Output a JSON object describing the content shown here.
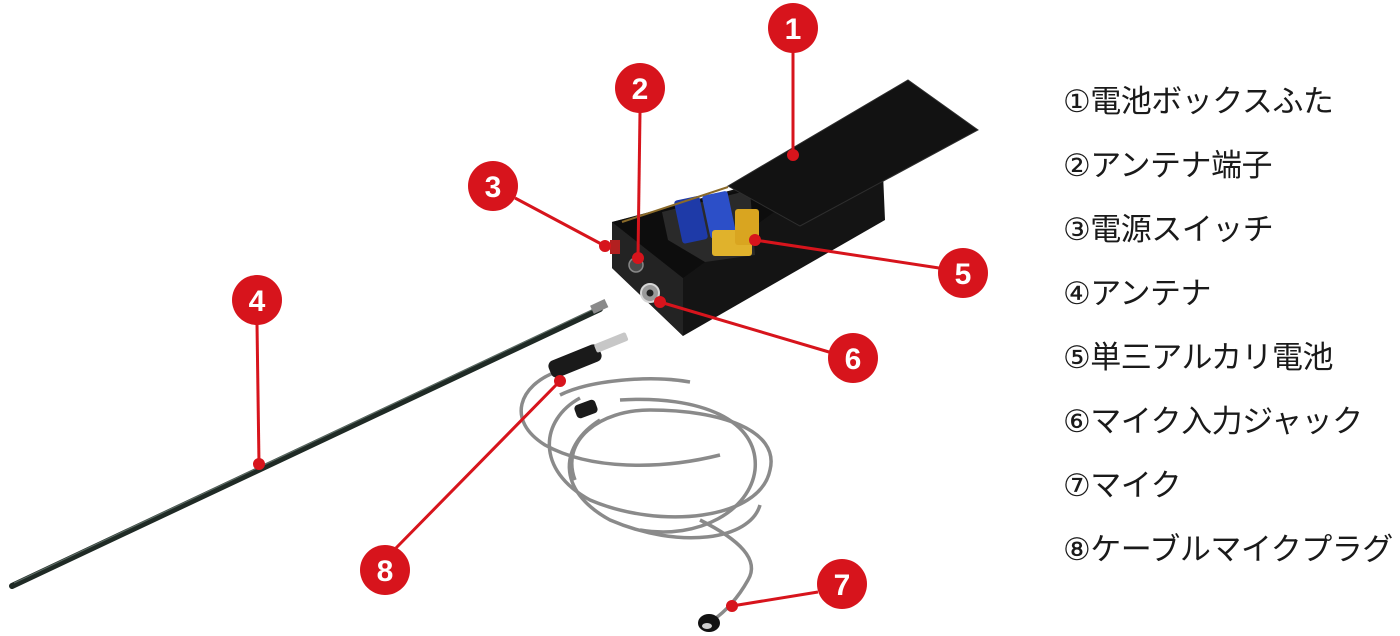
{
  "colors": {
    "accent": "#d7141c",
    "box": "#1c1c1c",
    "cable": "#8a8a8a"
  },
  "callouts": [
    {
      "number": "1"
    },
    {
      "number": "2"
    },
    {
      "number": "3"
    },
    {
      "number": "4"
    },
    {
      "number": "5"
    },
    {
      "number": "6"
    },
    {
      "number": "7"
    },
    {
      "number": "8"
    }
  ],
  "legend": {
    "items": [
      "①電池ボックスふた",
      "②アンテナ端子",
      "③電源スイッチ",
      "④アンテナ",
      "⑤単三アルカリ電池",
      "⑥マイク入力ジャック",
      "⑦マイク",
      "⑧ケーブルマイクプラグ"
    ]
  }
}
